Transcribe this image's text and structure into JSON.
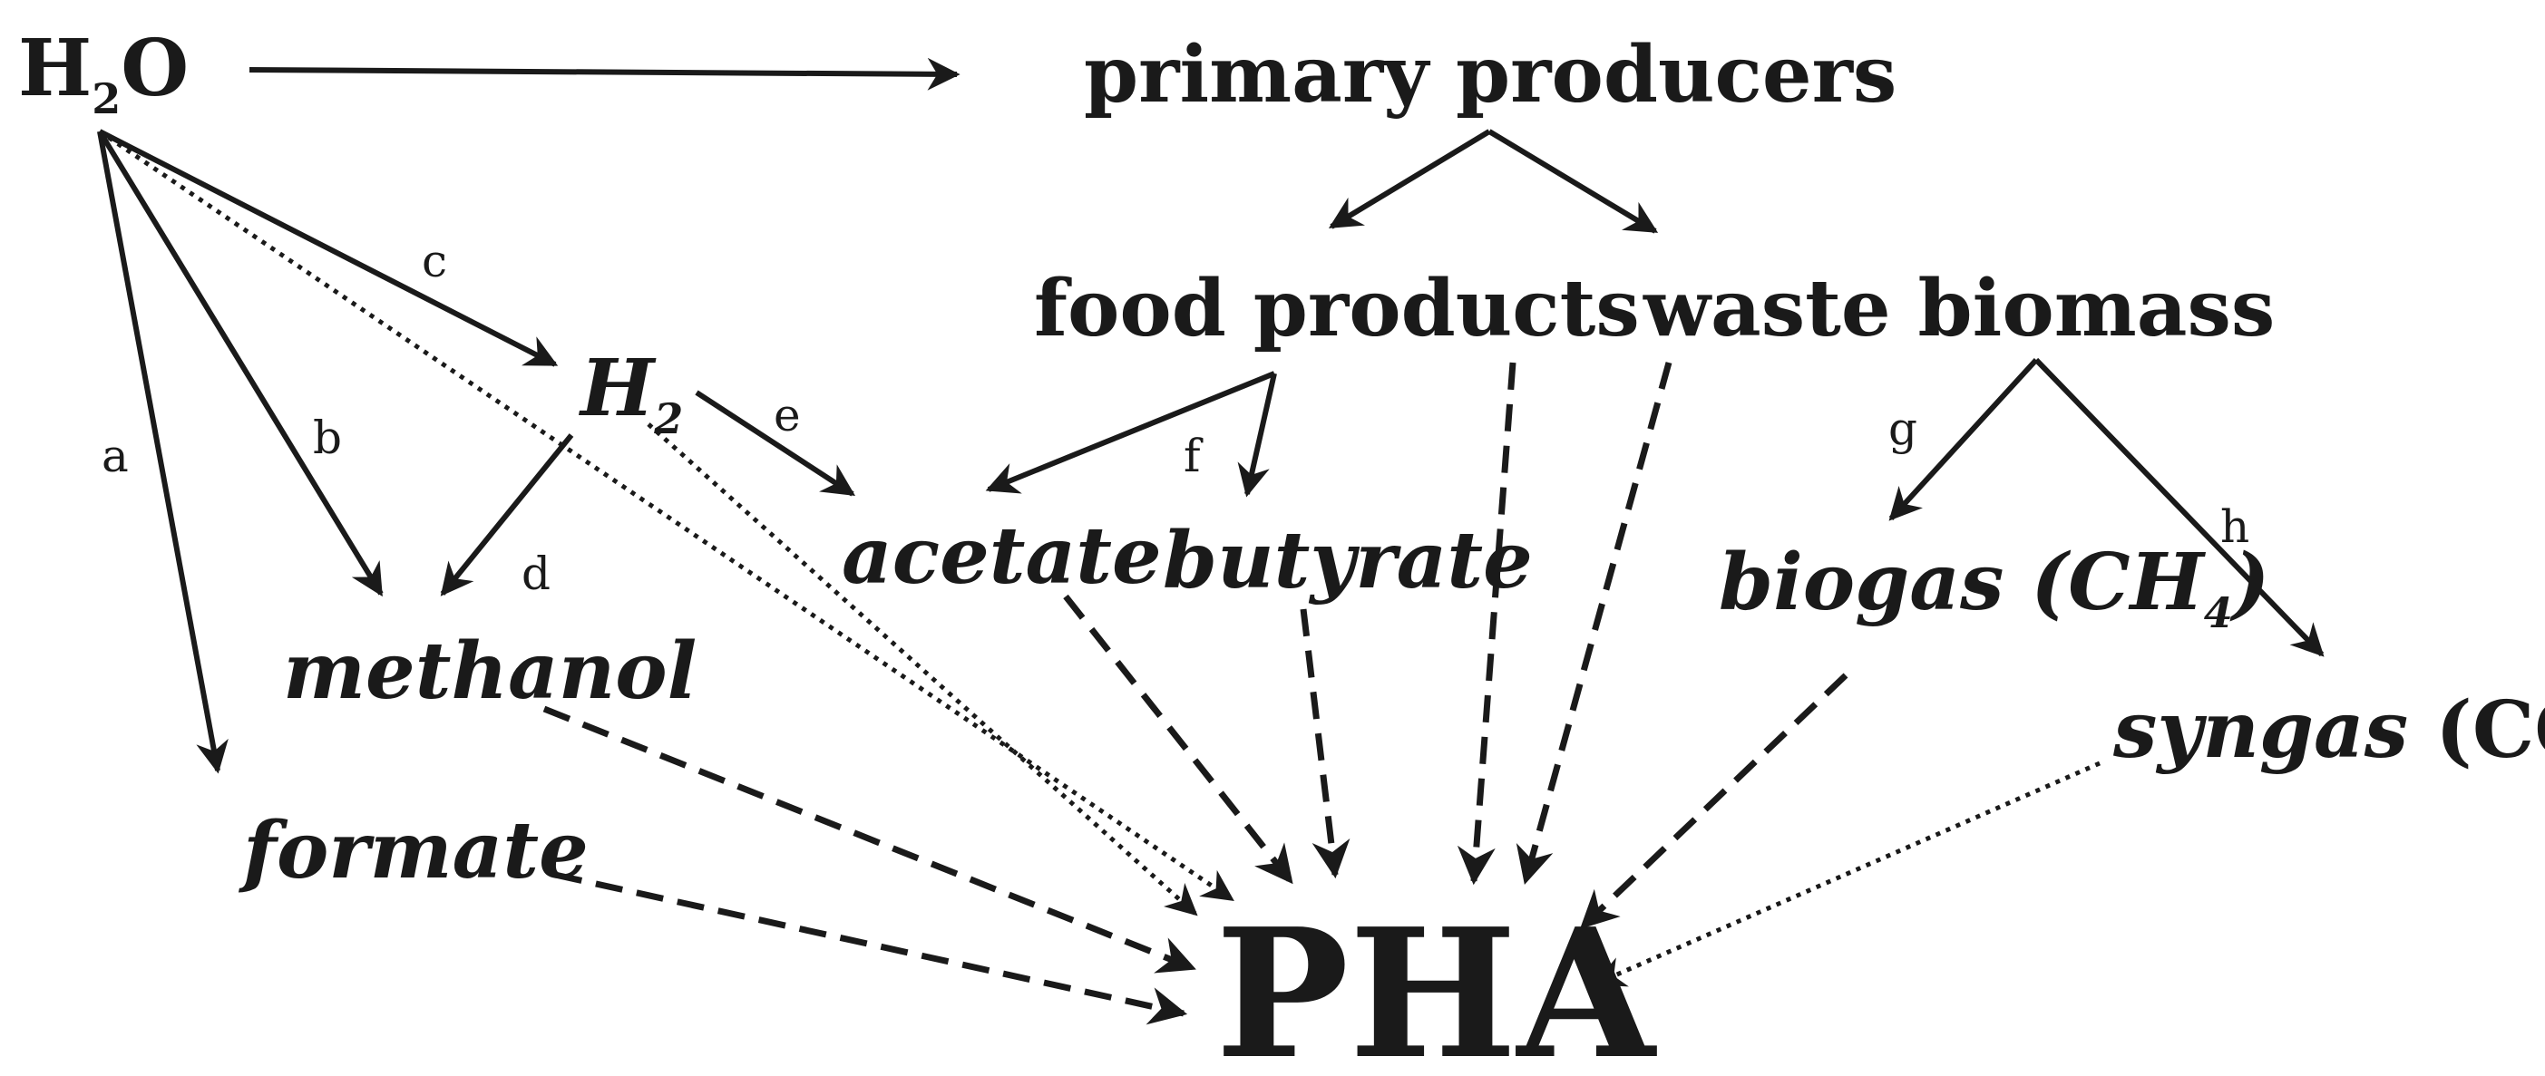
{
  "nodes": {
    "h2o": {
      "main": "H",
      "sub": "2",
      "tail": "O"
    },
    "primary_producers": "primary producers",
    "food_products": "food products",
    "waste_biomass": "waste biomass",
    "h2": {
      "main": "H",
      "sub": "2"
    },
    "acetate": "acetate",
    "butyrate": "butyrate",
    "biogas": {
      "main": "biogas (CH",
      "sub": "4",
      "tail": ")"
    },
    "syngas": {
      "main": "syngas",
      "tail": " (CO)"
    },
    "methanol": "methanol",
    "formate": "formate",
    "pha": "PHA"
  },
  "edge_labels": {
    "a": "a",
    "b": "b",
    "c": "c",
    "d": "d",
    "e": "e",
    "f": "f",
    "g": "g",
    "h": "h"
  },
  "colors": {
    "ink": "#1a1a1a",
    "background": "#ffffff"
  }
}
